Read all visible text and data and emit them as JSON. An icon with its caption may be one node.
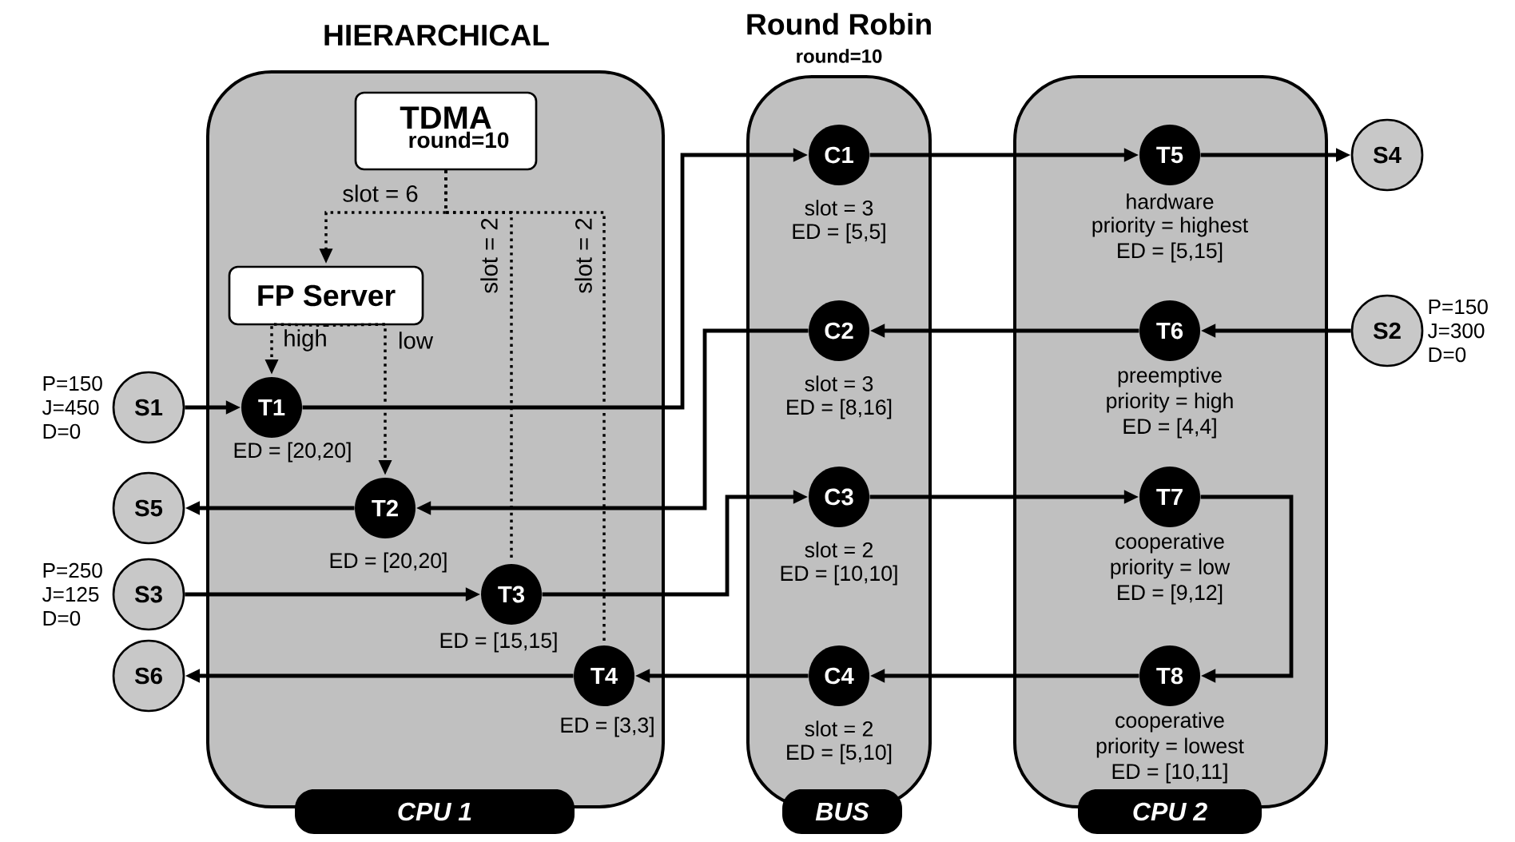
{
  "diagram": {
    "nodes": [
      {
        "text": [
          "HIERARCHICAL",
          "CPU 1"
        ]
      },
      {
        "text": [
          "Round Robin",
          "round=10",
          "BUS"
        ]
      },
      {
        "text": [
          "CPU 2"
        ]
      },
      {
        "text": [
          "TDMA",
          "round=10"
        ],
        "in": 0
      },
      {
        "text": [
          "FP Server"
        ],
        "in": 0
      },
      {
        "text": [
          "T1"
        ],
        "in": 0,
        "beside": [
          "ED = [20,20]"
        ]
      },
      {
        "text": [
          "T2"
        ],
        "in": 0,
        "beside": [
          "ED = [20,20]"
        ]
      },
      {
        "text": [
          "T3"
        ],
        "in": 0,
        "beside": [
          "ED = [15,15]"
        ]
      },
      {
        "text": [
          "T4"
        ],
        "in": 0,
        "beside": [
          "ED = [3,3]"
        ]
      },
      {
        "text": [
          "C1"
        ],
        "in": 1,
        "beside": [
          "slot = 3",
          "ED = [5,5]"
        ]
      },
      {
        "text": [
          "C2"
        ],
        "in": 1,
        "beside": [
          "slot = 3",
          "ED = [8,16]"
        ]
      },
      {
        "text": [
          "C3"
        ],
        "in": 1,
        "beside": [
          "slot = 2",
          "ED = [10,10]"
        ]
      },
      {
        "text": [
          "C4"
        ],
        "in": 1,
        "beside": [
          "slot = 2",
          "ED = [5,10]"
        ]
      },
      {
        "text": [
          "T5"
        ],
        "in": 2,
        "beside": [
          "hardware",
          "priority = highest",
          "ED = [5,15]"
        ]
      },
      {
        "text": [
          "T6"
        ],
        "in": 2,
        "beside": [
          "preemptive",
          "priority = high",
          "ED = [4,4]"
        ]
      },
      {
        "text": [
          "T7"
        ],
        "in": 2,
        "beside": [
          "cooperative",
          "priority = low",
          "ED = [9,12]"
        ]
      },
      {
        "text": [
          "T8"
        ],
        "in": 2,
        "beside": [
          "cooperative",
          "priority = lowest",
          "ED = [10,11]"
        ]
      },
      {
        "text": [
          "S1"
        ],
        "beside": [
          "P=150",
          "J=450",
          "D=0"
        ]
      },
      {
        "text": [
          "S2"
        ],
        "beside": [
          "P=150",
          "J=300",
          "D=0"
        ]
      },
      {
        "text": [
          "S3"
        ],
        "beside": [
          "P=250",
          "J=125",
          "D=0"
        ]
      },
      {
        "text": [
          "S4"
        ]
      },
      {
        "text": [
          "S5"
        ]
      },
      {
        "text": [
          "S6"
        ]
      }
    ],
    "edges": [
      {
        "from": 3,
        "to": 4,
        "arrow": "to",
        "label": "slot = 6",
        "style": "dashed"
      },
      {
        "from": 3,
        "to": 7,
        "arrow": "none",
        "label": "slot = 2",
        "style": "dashed"
      },
      {
        "from": 3,
        "to": 8,
        "arrow": "none",
        "label": "slot = 2",
        "style": "dashed"
      },
      {
        "from": 4,
        "to": 5,
        "arrow": "to",
        "label": "high",
        "style": "dashed"
      },
      {
        "from": 4,
        "to": 6,
        "arrow": "to",
        "label": "low",
        "style": "dashed"
      },
      {
        "from": 17,
        "to": 5,
        "arrow": "to"
      },
      {
        "from": 5,
        "to": 9,
        "arrow": "to"
      },
      {
        "from": 9,
        "to": 13,
        "arrow": "to"
      },
      {
        "from": 13,
        "to": 20,
        "arrow": "to"
      },
      {
        "from": 18,
        "to": 14,
        "arrow": "to"
      },
      {
        "from": 14,
        "to": 10,
        "arrow": "to"
      },
      {
        "from": 10,
        "to": 6,
        "arrow": "to"
      },
      {
        "from": 6,
        "to": 21,
        "arrow": "to"
      },
      {
        "from": 19,
        "to": 7,
        "arrow": "to"
      },
      {
        "from": 7,
        "to": 11,
        "arrow": "to"
      },
      {
        "from": 11,
        "to": 15,
        "arrow": "to"
      },
      {
        "from": 15,
        "to": 16,
        "arrow": "to"
      },
      {
        "from": 16,
        "to": 12,
        "arrow": "to"
      },
      {
        "from": 12,
        "to": 8,
        "arrow": "to"
      },
      {
        "from": 8,
        "to": 22,
        "arrow": "to"
      }
    ]
  }
}
